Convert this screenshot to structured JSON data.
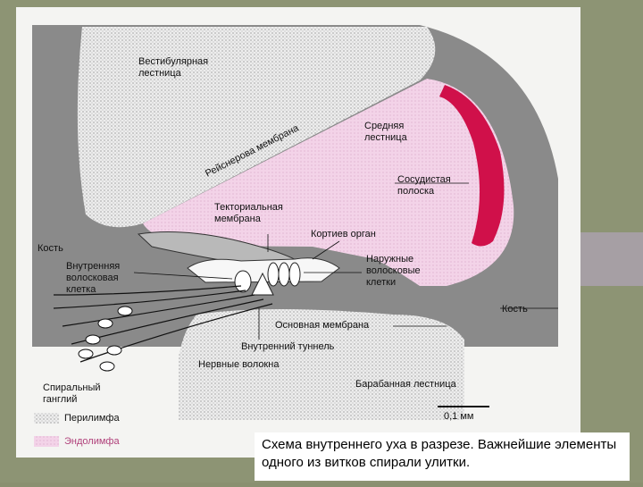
{
  "labels": {
    "vestibular": "Вестибулярная\nлестница",
    "reissner": "Рейснерова мембрана",
    "media": "Средняя\nлестница",
    "stria": "Сосудистая\nполоска",
    "tectorial": "Текториальная\nмембрана",
    "corti": "Кортиев орган",
    "bone_left": "Кость",
    "inner_hair": "Внутренняя\nволосковая\nклетка",
    "outer_hair": "Наружные\nволосковые\nклетки",
    "bone_right": "Кость",
    "basilar": "Основная мембрана",
    "inner_tunnel": "Внутренний туннель",
    "nerve_fibers": "Нервные волокна",
    "spiral_ganglion": "Спиральный\nганглий",
    "tympani": "Барабанная лестница",
    "scale": "0,1 мм"
  },
  "legend": {
    "perilymph": "Перилимфа",
    "endolymph": "Эндолимфа"
  },
  "caption": {
    "bold": "Схема внутреннего уха в разрезе.",
    "rest": " Важнейшие элементы одного из витков спирали улитки."
  },
  "colors": {
    "endolymph": "#f3d3e8",
    "stria": "#d0104a",
    "bone": "#8c8c8c",
    "perilymph": "#ebebeb"
  }
}
